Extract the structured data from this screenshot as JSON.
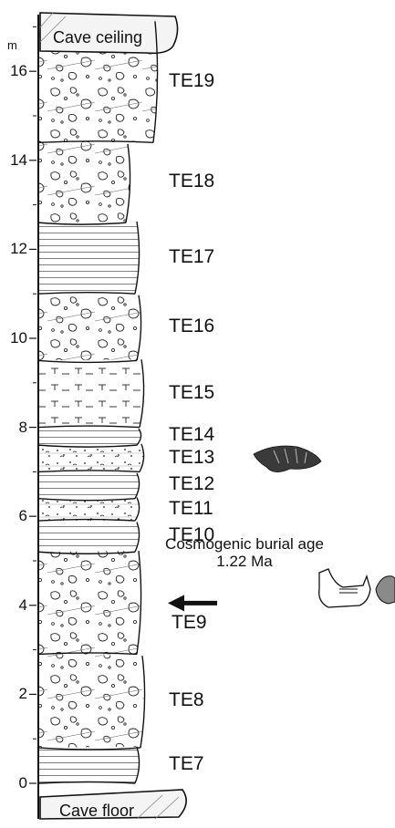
{
  "figure": {
    "axis": {
      "unit": "m",
      "ticks": [
        {
          "value": 0,
          "label": "0"
        },
        {
          "value": 2,
          "label": "2"
        },
        {
          "value": 4,
          "label": "4"
        },
        {
          "value": 6,
          "label": "6"
        },
        {
          "value": 8,
          "label": "8"
        },
        {
          "value": 10,
          "label": "10"
        },
        {
          "value": 12,
          "label": "12"
        },
        {
          "value": 14,
          "label": "14"
        },
        {
          "value": 16,
          "label": "16"
        }
      ]
    },
    "labels": {
      "ceiling": "Cave ceiling",
      "floor": "Cave floor"
    },
    "units": [
      {
        "name": "TE19",
        "bottom_m": 14.4,
        "top_m": 17.1,
        "fill": "breccia"
      },
      {
        "name": "TE18",
        "bottom_m": 12.6,
        "top_m": 14.4,
        "fill": "breccia"
      },
      {
        "name": "TE17",
        "bottom_m": 11.0,
        "top_m": 12.6,
        "fill": "laminated"
      },
      {
        "name": "TE16",
        "bottom_m": 9.5,
        "top_m": 11.0,
        "fill": "breccia"
      },
      {
        "name": "TE15",
        "bottom_m": 8.0,
        "top_m": 9.5,
        "fill": "flowstone"
      },
      {
        "name": "TE14",
        "bottom_m": 7.6,
        "top_m": 8.0,
        "fill": "laminated"
      },
      {
        "name": "TE13",
        "bottom_m": 7.0,
        "top_m": 7.6,
        "fill": "fine"
      },
      {
        "name": "TE12",
        "bottom_m": 6.4,
        "top_m": 7.0,
        "fill": "laminated"
      },
      {
        "name": "TE11",
        "bottom_m": 5.9,
        "top_m": 6.4,
        "fill": "fine"
      },
      {
        "name": "TE10",
        "bottom_m": 5.2,
        "top_m": 5.9,
        "fill": "laminated"
      },
      {
        "name": "TE9",
        "bottom_m": 2.9,
        "top_m": 5.2,
        "fill": "breccia"
      },
      {
        "name": "TE8",
        "bottom_m": 0.8,
        "top_m": 2.9,
        "fill": "breccia"
      },
      {
        "name": "TE7",
        "bottom_m": 0.0,
        "top_m": 0.8,
        "fill": "laminated"
      }
    ],
    "dating": {
      "line1": "Cosmogenic burial age",
      "line2": "1.22 Ma",
      "depth_m": 4.05
    },
    "colors": {
      "line": "#111111",
      "ceiling_fill": "#f4f4f4",
      "fossil_dark": "#3a3a3a"
    }
  }
}
